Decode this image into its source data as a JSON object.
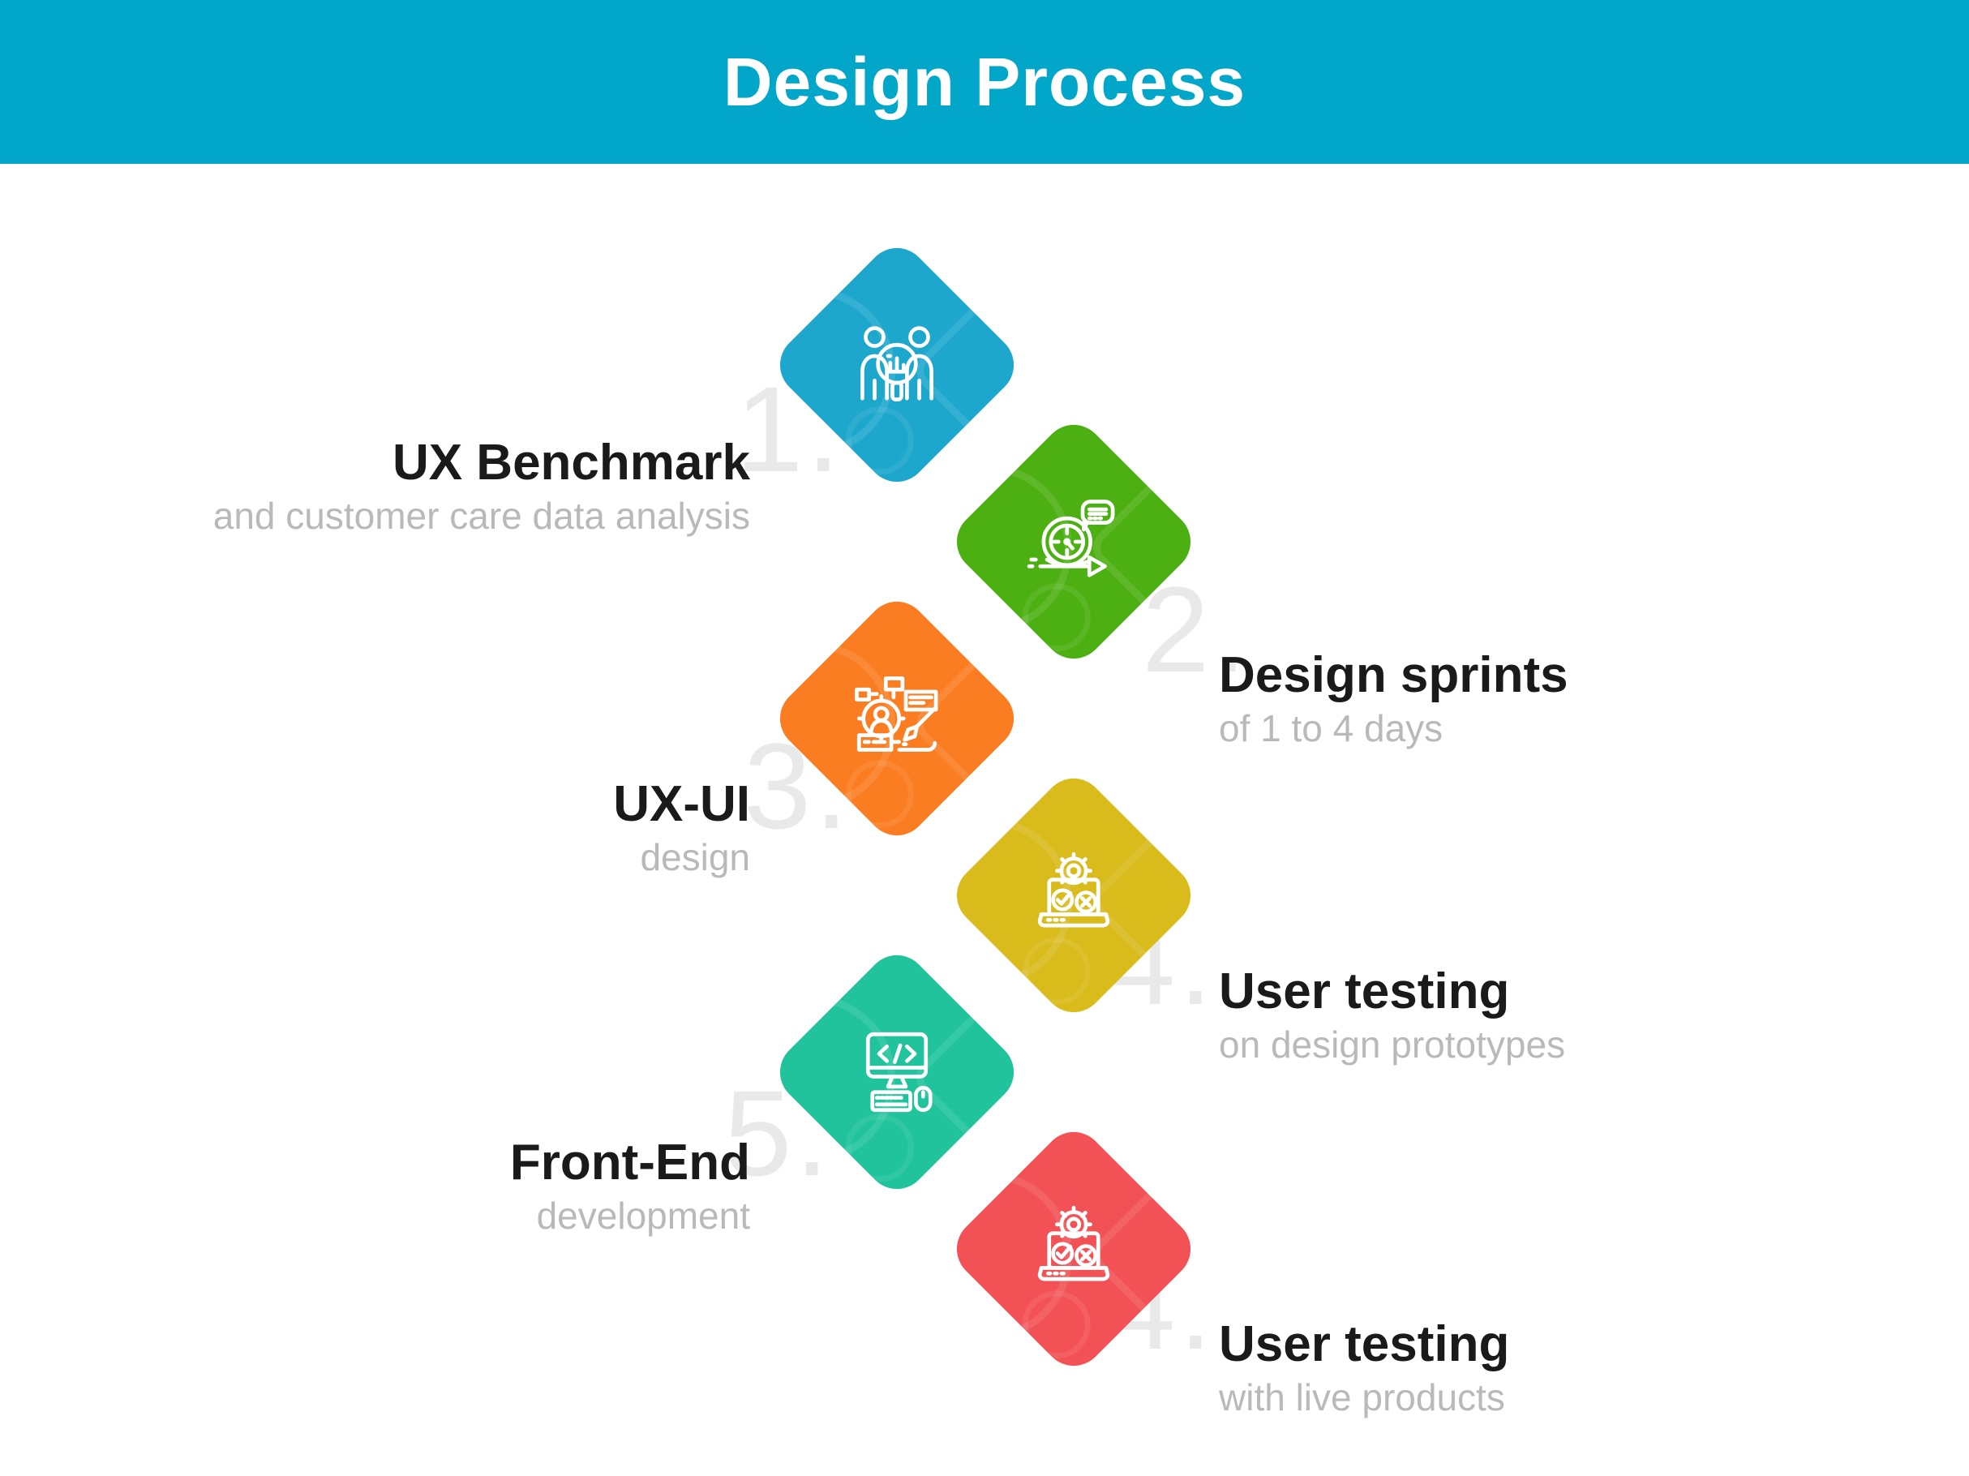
{
  "header": {
    "title": "Design Process",
    "bg_color": "#01a6c9",
    "text_color": "#ffffff"
  },
  "palette": {
    "title_text": "#1a1a1a",
    "subtitle_text": "#b9b9b9",
    "faded_number": "#e9e9e9",
    "icon_stroke": "#ffffff"
  },
  "steps": [
    {
      "number": "1.",
      "title": "UX Benchmark",
      "subtitle": "and customer care data analysis",
      "side": "left",
      "color": "#1ea7cd",
      "icon": "research-people-icon"
    },
    {
      "number": "2.",
      "title": "Design sprints",
      "subtitle": "of 1 to 4 days",
      "side": "right",
      "color": "#4db012",
      "icon": "sprint-stopwatch-icon"
    },
    {
      "number": "3.",
      "title": "UX-UI",
      "subtitle": "design",
      "side": "left",
      "color": "#fb7d22",
      "icon": "ux-wireframe-brush-icon"
    },
    {
      "number": "4.",
      "title": "User testing",
      "subtitle": "on design prototypes",
      "side": "right",
      "color": "#d9bb1b",
      "icon": "laptop-testing-icon"
    },
    {
      "number": "5.",
      "title": "Front-End",
      "subtitle": "development",
      "side": "left",
      "color": "#20c39b",
      "icon": "code-monitor-icon"
    },
    {
      "number": "4.",
      "title": "User testing",
      "subtitle": "with live products",
      "side": "right",
      "color": "#f25255",
      "icon": "laptop-testing-icon"
    }
  ]
}
